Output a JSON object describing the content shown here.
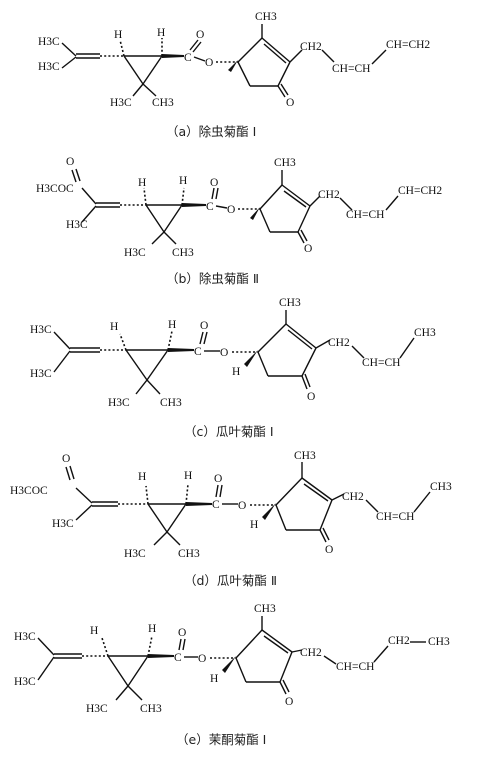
{
  "figure": {
    "captions": [
      "（a）除虫菊酯 Ⅰ",
      "（b）除虫菊酯 Ⅱ",
      "（c）瓜叶菊酯 Ⅰ",
      "（d）瓜叶菊酯 Ⅱ",
      "（e）茉酮菊酯 Ⅰ"
    ],
    "structures": [
      {
        "id": "a",
        "acid_left": [
          "H3C",
          "H3C"
        ],
        "ring": {
          "h": "H",
          "h2": "H",
          "me1": "H3C",
          "me2": "CH3"
        },
        "ester": {
          "c": "C",
          "o_dbl": "O",
          "o": "O"
        },
        "cyclopentenone": {
          "me": "CH3",
          "ketone": "O"
        },
        "side_chain": [
          "CH2",
          "CH=CH",
          "CH=CH2"
        ]
      },
      {
        "id": "b",
        "acid_left": [
          "H3COC",
          "O",
          "H3C"
        ],
        "ring": {
          "h": "H",
          "h2": "H",
          "me1": "H3C",
          "me2": "CH3"
        },
        "ester": {
          "c": "C",
          "o_dbl": "O",
          "o": "O"
        },
        "cyclopentenone": {
          "me": "CH3",
          "ketone": "O"
        },
        "side_chain": [
          "CH2",
          "CH=CH",
          "CH=CH2"
        ]
      },
      {
        "id": "c",
        "acid_left": [
          "H3C",
          "H3C"
        ],
        "ring": {
          "h": "H",
          "h2": "H",
          "me1": "H3C",
          "me2": "CH3"
        },
        "ester": {
          "c": "C",
          "o_dbl": "O",
          "o": "O"
        },
        "cyclopentenone": {
          "me": "CH3",
          "ketone": "O",
          "h": "H"
        },
        "side_chain": [
          "CH2",
          "CH=CH",
          "CH3"
        ]
      },
      {
        "id": "d",
        "acid_left": [
          "H3COC",
          "O",
          "H3C"
        ],
        "ring": {
          "h": "H",
          "h2": "H",
          "me1": "H3C",
          "me2": "CH3"
        },
        "ester": {
          "c": "C",
          "o_dbl": "O",
          "o": "O"
        },
        "cyclopentenone": {
          "me": "CH3",
          "ketone": "O",
          "h": "H"
        },
        "side_chain": [
          "CH2",
          "CH=CH",
          "CH3"
        ]
      },
      {
        "id": "e",
        "acid_left": [
          "H3C",
          "H3C"
        ],
        "ring": {
          "h": "H",
          "h2": "H",
          "me1": "H3C",
          "me2": "CH3"
        },
        "ester": {
          "c": "C",
          "o_dbl": "O",
          "o": "O"
        },
        "cyclopentenone": {
          "me": "CH3",
          "ketone": "O",
          "h": "H"
        },
        "side_chain": [
          "CH2",
          "CH=CH",
          "CH2",
          "CH3"
        ]
      }
    ]
  }
}
